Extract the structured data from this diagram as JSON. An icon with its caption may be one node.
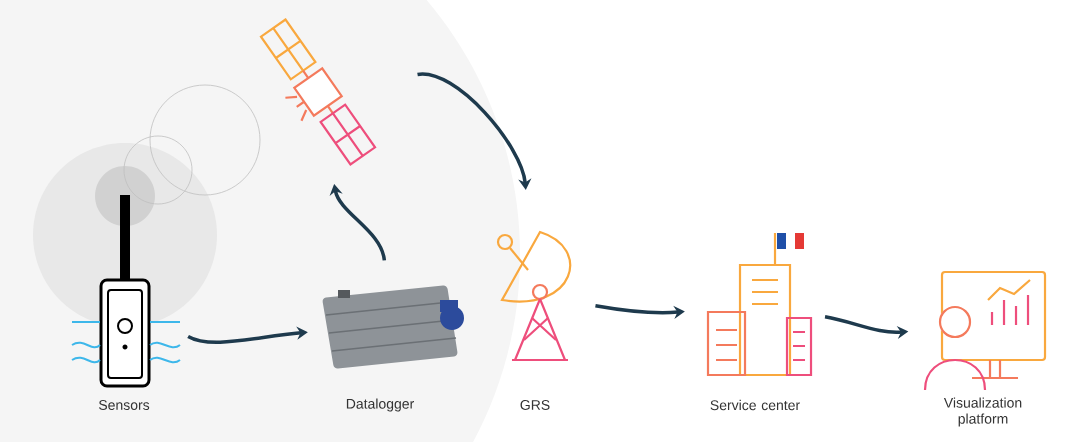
{
  "diagram": {
    "nodes": [
      {
        "text": [
          "Sensors"
        ]
      },
      {
        "text": [
          "Datalogger"
        ]
      },
      {
        "text": [],
        "shape": "picture"
      },
      {
        "text": [
          "GRS"
        ]
      },
      {
        "text": [
          "Service center"
        ]
      },
      {
        "text": [
          "Visualization platform"
        ]
      }
    ],
    "edges": [
      {
        "from": 0,
        "to": 1,
        "arrow": "to"
      },
      {
        "from": 1,
        "to": 2,
        "arrow": "to"
      },
      {
        "from": 2,
        "to": 3,
        "arrow": "to"
      },
      {
        "from": 3,
        "to": 4,
        "arrow": "to"
      },
      {
        "from": 4,
        "to": 5,
        "arrow": "to"
      }
    ]
  }
}
